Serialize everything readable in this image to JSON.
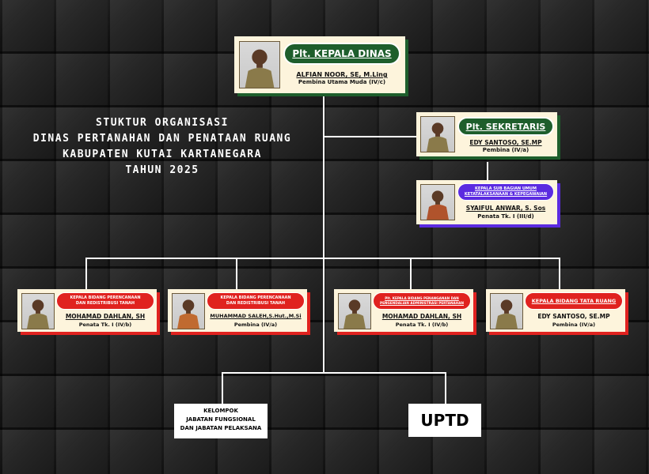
{
  "title": {
    "line1": "STUKTUR ORGANISASI",
    "line2": "DINAS PERTANAHAN DAN PENATAAN RUANG",
    "line3": "KABUPATEN KUTAI KARTANEGARA",
    "line4": "TAHUN 2025"
  },
  "colors": {
    "green": "#1e5e2c",
    "purple": "#5b2be0",
    "red": "#e0221f",
    "card": "#fdf4dc"
  },
  "kepala": {
    "role": "Plt. KEPALA DINAS",
    "name": "ALFIAN NOOR, SE, M.Ling",
    "rank": "Pembina Utama Muda (IV/c)"
  },
  "sekretaris": {
    "role": "Plt. SEKRETARIS",
    "name": "EDY SANTOSO, SE.MP",
    "rank": "Pembina (IV/a)"
  },
  "kasubag": {
    "role_line1": "KEPALA SUB BAGIAN UMUM",
    "role_line2": "KETATALAKSANAAN & KEPEGAWAIAN",
    "name": "SYAIFUL ANWAR, S. Sos",
    "rank": "Penata Tk. I (III/d)"
  },
  "bidang": [
    {
      "role_line1": "KEPALA BIDANG PERENCANAAN",
      "role_line2": "DAN REDISTRIBUSI TANAH",
      "name": "MOHAMAD DAHLAN, SH",
      "rank": "Penata Tk. I (IV/b)"
    },
    {
      "role_line1": "KEPALA BIDANG PERENCANAAN",
      "role_line2": "DAN REDISTRIBUSI TANAH",
      "name": "MUHAMMAD SALEH,S.Hut.,M.Si",
      "rank": "Pembina (IV/a)"
    },
    {
      "role_line1": "Plt. KEPALA BIDANG PENANGANAN DAN",
      "role_line2": "PENGENDALIAN ADMINISTRASI PERTANAHAN",
      "name": "MOHAMAD DAHLAN, SH",
      "rank": "Penata Tk. I (IV/b)"
    },
    {
      "role_line1": "KEPALA BIDANG TATA RUANG",
      "role_line2": "",
      "name": "EDY SANTOSO, SE.MP",
      "rank": "Pembina (IV/a)"
    }
  ],
  "kelompok": {
    "line1": "KELOMPOK",
    "line2": "JABATAN FUNGSIONAL",
    "line3": "DAN JABATAN PELAKSANA"
  },
  "uptd": {
    "label": "UPTD"
  }
}
